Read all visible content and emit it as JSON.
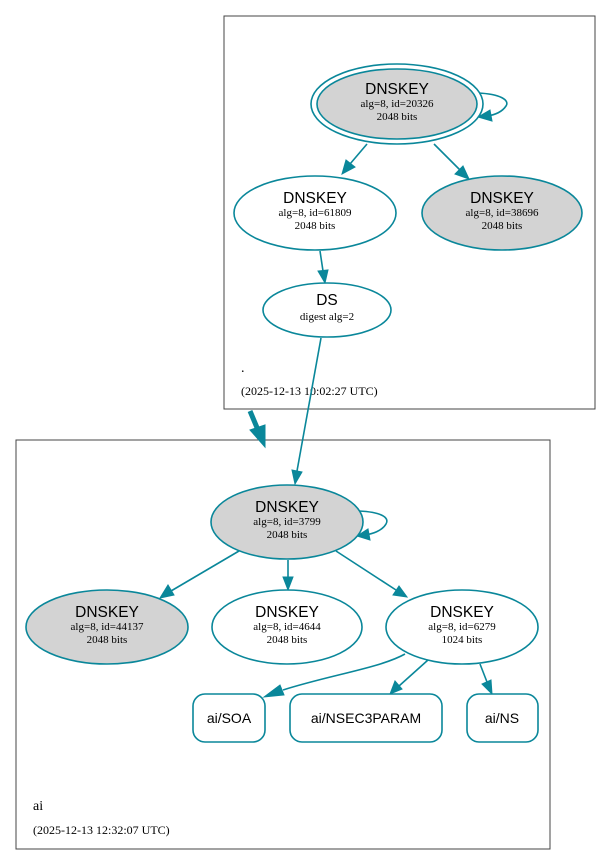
{
  "zones": {
    "root": {
      "name": ".",
      "timestamp": "(2025-12-13 10:02:27 UTC)"
    },
    "ai": {
      "name": "ai",
      "timestamp": "(2025-12-13 12:32:07 UTC)"
    }
  },
  "nodes": {
    "root_ksk": {
      "type": "DNSKEY",
      "line1": "alg=8, id=20326",
      "line2": "2048 bits"
    },
    "root_zsk1": {
      "type": "DNSKEY",
      "line1": "alg=8, id=61809",
      "line2": "2048 bits"
    },
    "root_zsk2": {
      "type": "DNSKEY",
      "line1": "alg=8, id=38696",
      "line2": "2048 bits"
    },
    "ds": {
      "type": "DS",
      "line1": "digest alg=2"
    },
    "ai_ksk": {
      "type": "DNSKEY",
      "line1": "alg=8, id=3799",
      "line2": "2048 bits"
    },
    "ai_key_44137": {
      "type": "DNSKEY",
      "line1": "alg=8, id=44137",
      "line2": "2048 bits"
    },
    "ai_key_4644": {
      "type": "DNSKEY",
      "line1": "alg=8, id=4644",
      "line2": "2048 bits"
    },
    "ai_key_6279": {
      "type": "DNSKEY",
      "line1": "alg=8, id=6279",
      "line2": "1024 bits"
    },
    "ai_soa": {
      "label": "ai/SOA"
    },
    "ai_nsec3param": {
      "label": "ai/NSEC3PARAM"
    },
    "ai_ns": {
      "label": "ai/NS"
    }
  },
  "colors": {
    "edge": "#0a879a",
    "filled_node": "#d3d3d3",
    "zone_border": "#444444"
  }
}
